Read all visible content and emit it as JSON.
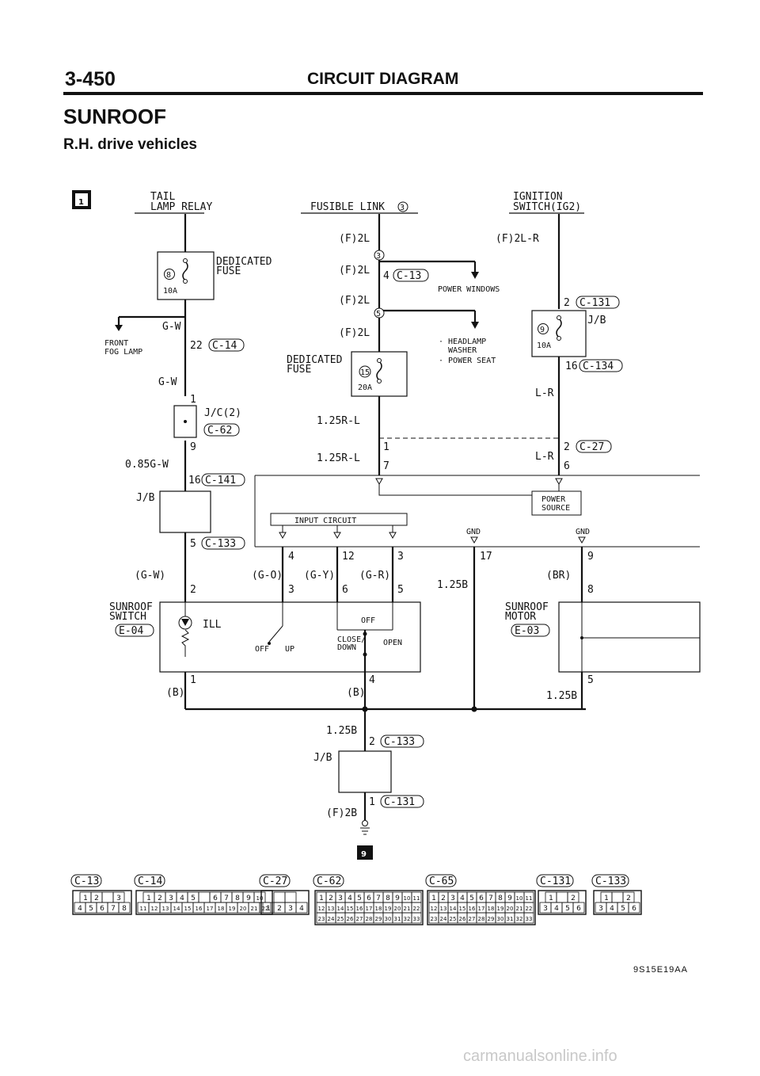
{
  "header": {
    "page_number": "3-450",
    "title": "CIRCUIT DIAGRAM"
  },
  "section": {
    "title": "SUNROOF",
    "subtitle": "R.H. drive vehicles"
  },
  "page_marker_top": "1",
  "page_marker_bottom": "9",
  "doc_code": "9S15E19AA",
  "watermark": "carmanualsonline.info",
  "sources": {
    "tail_relay": [
      "TAIL",
      "LAMP RELAY"
    ],
    "fusible_link": "FUSIBLE LINK",
    "fusible_link_no": "3",
    "ignition": [
      "IGNITION",
      "SWITCH(IG2)"
    ]
  },
  "labels": {
    "dedicated_fuse": [
      "DEDICATED",
      "FUSE"
    ],
    "fuse8_no": "8",
    "fuse8_amp": "10A",
    "fuse15_no": "15",
    "fuse15_amp": "20A",
    "fuse9_no": "9",
    "fuse9_amp": "10A",
    "front_fog": [
      "FRONT",
      "FOG LAMP"
    ],
    "gw1": "G-W",
    "gw2": "G-W",
    "c14_pin": "22",
    "c14": "C-14",
    "jc_pin1": "1",
    "jc": "J/C(2)",
    "c62": "C-62",
    "jc_pin9": "9",
    "w085": "0.85G-W",
    "jb": "J/B",
    "c141_pin": "16",
    "c141": "C-141",
    "c133_pin5": "5",
    "c133": "C-133",
    "gw_paren": "(G-W)",
    "pin2": "2",
    "sunroof_switch": [
      "SUNROOF",
      "SWITCH"
    ],
    "e04": "E-04",
    "ill": "ILL",
    "f2l": "(F)2L",
    "c13_pin": "4",
    "c13": "C-13",
    "fuse_node3": "3",
    "fuse_node5": "5",
    "power_windows": "POWER WINDOWS",
    "headlamp": [
      "· HEADLAMP",
      "WASHER",
      "· POWER SEAT"
    ],
    "w125rl_a": "1.25R-L",
    "w125rl_b": "1.25R-L",
    "pin1": "1",
    "pin7": "7",
    "f2lr": "(F)2L-R",
    "c131_pin2": "2",
    "c131": "C-131",
    "jb_r": "J/B",
    "c134_pin": "16",
    "c134": "C-134",
    "lr1": "L-R",
    "lr2": "L-R",
    "c27_pin": "2",
    "c27": "C-27",
    "pin6": "6",
    "power_source": [
      "POWER",
      "SOURCE"
    ],
    "input_circuit": "INPUT CIRCUIT",
    "gnd": "GND",
    "pin4": "4",
    "pin12": "12",
    "pin3": "3",
    "pin17": "17",
    "pin9": "9",
    "go": "(G-O)",
    "gy": "(G-Y)",
    "gr": "(G-R)",
    "br": "(BR)",
    "w125b": "1.25B",
    "sw_pin3": "3",
    "sw_pin6": "6",
    "sw_pin5": "5",
    "m_pin8": "8",
    "sunroof_motor": [
      "SUNROOF",
      "MOTOR"
    ],
    "e03": "E-03",
    "off": "OFF",
    "close_down": [
      "CLOSE/",
      "DOWN"
    ],
    "open": "OPEN",
    "off_up": "OFF",
    "up": "UP",
    "sw_pin1": "1",
    "sw_pin4": "4",
    "b1": "(B)",
    "b2": "(B)",
    "m_pin5": "5",
    "w125b_m": "1.25B",
    "w125b_g": "1.25B",
    "c133_pin2": "2",
    "jb_g": "J/B",
    "f2b": "(F)2B",
    "c131_pin1": "1"
  },
  "connectors": [
    {
      "name": "C-13",
      "rows": [
        [
          "1",
          "2",
          "",
          "3"
        ],
        [
          "4",
          "5",
          "6",
          "7",
          "8"
        ]
      ]
    },
    {
      "name": "C-14",
      "rows": [
        [
          "1",
          "2",
          "3",
          "4",
          "5",
          "",
          "6",
          "7",
          "8",
          "9",
          "10"
        ],
        [
          "11",
          "12",
          "13",
          "14",
          "15",
          "16",
          "17",
          "18",
          "19",
          "20",
          "21",
          "22"
        ]
      ]
    },
    {
      "name": "C-27",
      "rows": [
        [
          "",
          ""
        ],
        [
          "1",
          "2",
          "3",
          "4"
        ]
      ]
    },
    {
      "name": "C-62",
      "rows": [
        [
          "1",
          "2",
          "3",
          "4",
          "5",
          "6",
          "7",
          "8",
          "9",
          "10",
          "11"
        ],
        [
          "12",
          "13",
          "14",
          "15",
          "16",
          "17",
          "18",
          "19",
          "20",
          "21",
          "22"
        ],
        [
          "23",
          "24",
          "25",
          "26",
          "27",
          "28",
          "29",
          "30",
          "31",
          "32",
          "33"
        ]
      ]
    },
    {
      "name": "C-65",
      "rows": [
        [
          "1",
          "2",
          "3",
          "4",
          "5",
          "6",
          "7",
          "8",
          "9",
          "10",
          "11"
        ],
        [
          "12",
          "13",
          "14",
          "15",
          "16",
          "17",
          "18",
          "19",
          "20",
          "21",
          "22"
        ],
        [
          "23",
          "24",
          "25",
          "26",
          "27",
          "28",
          "29",
          "30",
          "31",
          "32",
          "33"
        ]
      ]
    },
    {
      "name": "C-131",
      "rows": [
        [
          "1",
          "",
          "2"
        ],
        [
          "3",
          "4",
          "5",
          "6"
        ]
      ]
    },
    {
      "name": "C-133",
      "rows": [
        [
          "1",
          "",
          "2"
        ],
        [
          "3",
          "4",
          "5",
          "6"
        ]
      ]
    }
  ]
}
